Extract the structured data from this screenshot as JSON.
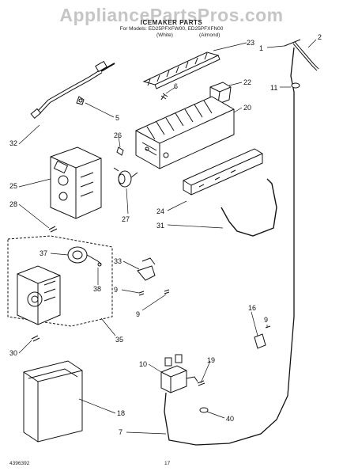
{
  "header": {
    "watermark": "AppliancePartsPros.com",
    "title": "ICEMAKER PARTS",
    "subtitle": "For Models: ED25PFXFW00, ED25PFXFN00",
    "colors": [
      "(White)",
      "(Almond)"
    ]
  },
  "footer": {
    "part_number": "4396392",
    "page_number": "17"
  },
  "callouts": [
    "1",
    "2",
    "23",
    "6",
    "22",
    "11",
    "5",
    "20",
    "32",
    "26",
    "25",
    "27",
    "24",
    "28",
    "31",
    "37",
    "33",
    "38",
    "9",
    "9",
    "30",
    "35",
    "16",
    "9",
    "10",
    "19",
    "40",
    "18",
    "7"
  ],
  "colors": {
    "line": "#111111",
    "watermark": "#999999"
  }
}
